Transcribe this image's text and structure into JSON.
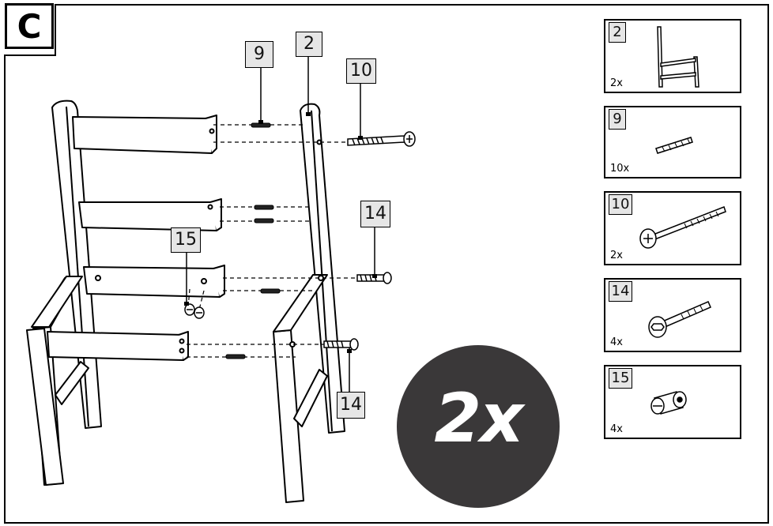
{
  "step_label": "C",
  "callouts": {
    "dowel": "9",
    "backrest": "2",
    "long_screw": "10",
    "bolt_upper": "14",
    "barrel_nut": "15",
    "bolt_lower": "14"
  },
  "multiplier": "2x",
  "parts_list": [
    {
      "number": "2",
      "quantity": "2x",
      "icon": "chair-side-frame-icon"
    },
    {
      "number": "9",
      "quantity": "10x",
      "icon": "wooden-dowel-icon"
    },
    {
      "number": "10",
      "quantity": "2x",
      "icon": "long-screw-icon"
    },
    {
      "number": "14",
      "quantity": "4x",
      "icon": "hex-bolt-icon"
    },
    {
      "number": "15",
      "quantity": "4x",
      "icon": "barrel-nut-icon"
    }
  ],
  "colors": {
    "ink": "#000000",
    "label_fill": "#e6e6e6",
    "badge": "#3a3839"
  }
}
